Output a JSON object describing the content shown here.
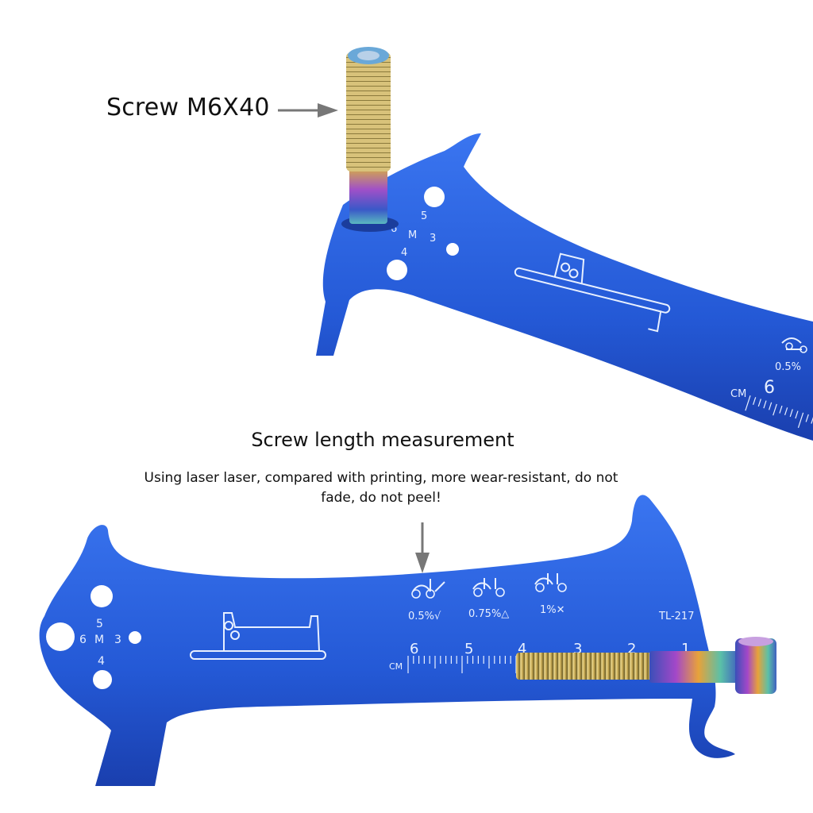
{
  "captions": {
    "screw_label": "Screw M6X40",
    "length_title": "Screw length measurement",
    "laser_note": "Using laser laser, compared with printing, more wear-resistant, do not fade, do not peel!"
  },
  "tool": {
    "model": "TL-217",
    "unit": "CM",
    "hole_marks": [
      "5",
      "6",
      "M",
      "3",
      "4"
    ],
    "wear_marks": [
      "0.5%√",
      "0.75%△",
      "1%✕"
    ],
    "scale_numbers": [
      "6",
      "5",
      "4",
      "3",
      "2",
      "1"
    ],
    "top_wear_mark": "0.5%",
    "top_scale_number": "6"
  },
  "colors": {
    "tool_blue": "#2a5fd8",
    "tool_dark": "#1c45b0",
    "etching": "#e8f0ff"
  }
}
